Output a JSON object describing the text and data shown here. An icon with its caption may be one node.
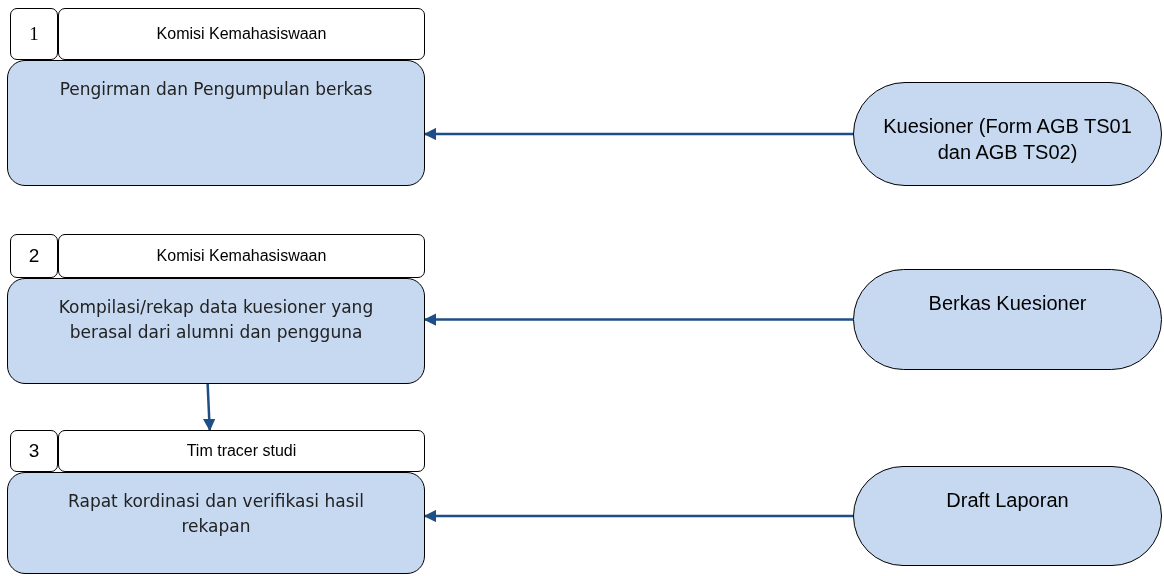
{
  "diagram": {
    "nodes": [
      {
        "text": [
          "1"
        ]
      },
      {
        "text": [
          "Komisi Kemahasiswaan"
        ]
      },
      {
        "text": [
          "Pengirman dan Pengumpulan berkas"
        ]
      },
      {
        "text": [
          "Kuesioner (Form AGB TS01 dan AGB TS02)"
        ]
      },
      {
        "text": [
          "2"
        ]
      },
      {
        "text": [
          "Komisi Kemahasiswaan"
        ]
      },
      {
        "text": [
          "Kompilasi/rekap data kuesioner yang berasal dari alumni dan pengguna"
        ]
      },
      {
        "text": [
          "Berkas Kuesioner"
        ]
      },
      {
        "text": [
          "3"
        ]
      },
      {
        "text": [
          "Tim tracer studi"
        ]
      },
      {
        "text": [
          "Rapat kordinasi dan verifikasi hasil rekapan"
        ]
      },
      {
        "text": [
          "Draft Laporan"
        ]
      }
    ],
    "edges": [
      {
        "from": 3,
        "to": 2,
        "arrow": "to"
      },
      {
        "from": 7,
        "to": 6,
        "arrow": "to"
      },
      {
        "from": 6,
        "to": 9,
        "arrow": "to"
      },
      {
        "from": 11,
        "to": 10,
        "arrow": "to"
      }
    ]
  }
}
